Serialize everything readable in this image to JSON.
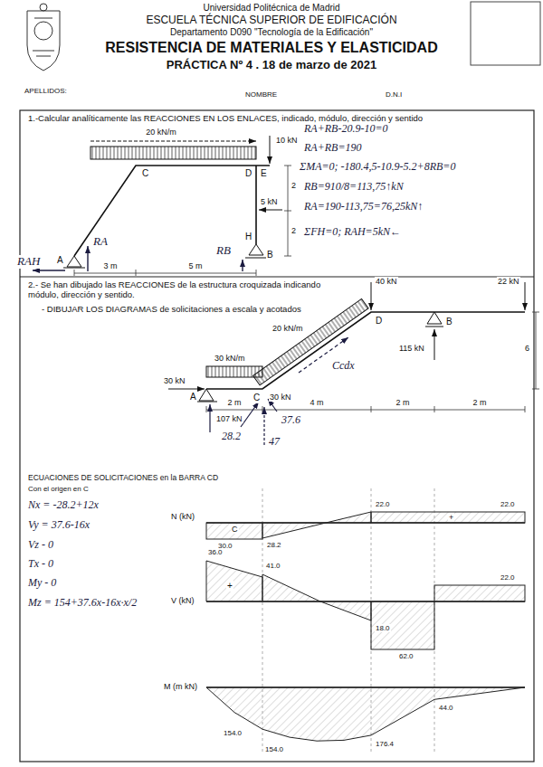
{
  "diagram": {
    "title": "RESISTENCIA DE MATERIALES Y ELASTICIDAD",
    "labels": [
      "Universidad Politécnica de Madrid",
      "ESCUELA TÉCNICA SUPERIOR DE EDIFICACIÓN",
      "Departamento D090 \"Tecnología de la Edificación\"",
      "PRÁCTICA Nº 4 .  18 de marzo de 2021",
      "APELLIDOS:",
      "NOMBRE",
      "D.N.I",
      "1.-Calcular analíticamente las REACCIONES EN LOS ENLACES,  indicado, módulo, dirección y sentido",
      "20 kN/m",
      "10 kN",
      "C",
      "D",
      "E",
      "5 kN",
      "2",
      "2",
      "H",
      "A",
      "B",
      "3 m",
      "5 m",
      "RA+RB-20.9-10=0",
      "RA+RB=190",
      "ΣMA=0;  -180.4,5-10.9-5.2+8RB=0",
      "RB=910/8=113,75↑kN",
      "RA=190-113,75=76,25kN↑",
      "ΣFH=0; RAH=5kN←",
      "RAH",
      "RA",
      "RB",
      "2.- Se han dibujado las REACCIONES de la estructura croquizada indicando módulo, dirección y sentido.",
      "- DIBUJAR LOS DIAGRAMAS de solicitaciones a escala y acotados",
      "40 kN",
      "22 kN",
      "20 kN/m",
      "D",
      "B",
      "115 kN",
      "6",
      "30 kN/m",
      "30 kN",
      "A",
      "C",
      "30 kN",
      "107 kN",
      "2 m",
      "4 m",
      "2 m",
      "2 m",
      "28.2",
      "37.6",
      "47",
      "Ccdx",
      "ECUACIONES DE SOLICITACIONES en  la BARRA CD",
      "Con el origen en C",
      "Nx = -28.2+12x",
      "Vy = 37.6-16x",
      "Vz -  0",
      "Tx -  0",
      "My -  0",
      "Mz = 154+37.6x-16x·x/2",
      "N (kN)",
      "V (kN)",
      "M (m kN)",
      "C",
      "30.0",
      "28.2",
      "22.0",
      "22.0",
      "+",
      "36.0",
      "41.0",
      "+",
      "18.0",
      "62.0",
      "22.0",
      "154.0",
      "154.0",
      "176.4",
      "44.0"
    ]
  }
}
